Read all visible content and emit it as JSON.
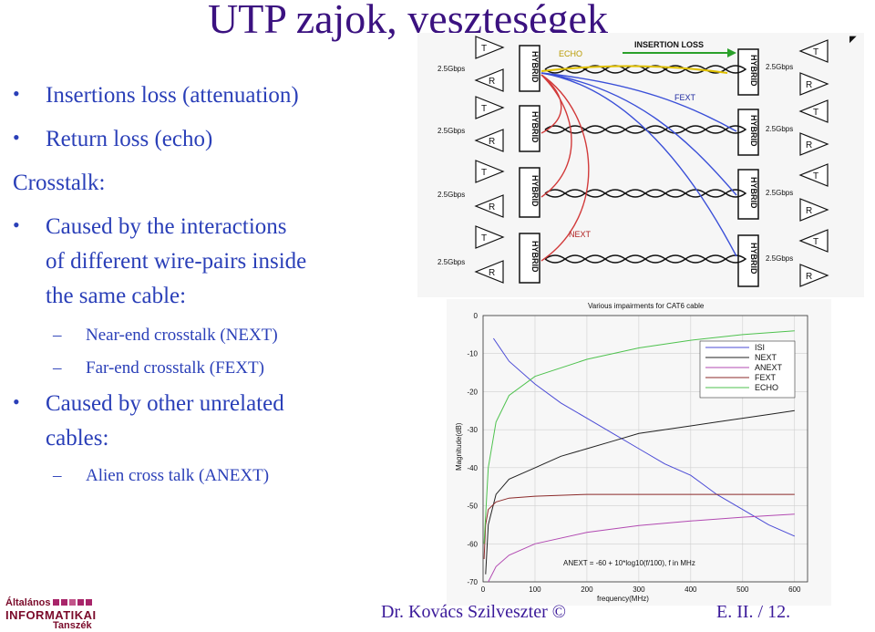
{
  "slide": {
    "title": "UTP zajok, veszteségek",
    "bullets": [
      {
        "text": "Insertions loss (attenuation)"
      },
      {
        "text": "Return loss (echo)"
      }
    ],
    "crosstalk_heading": "Crosstalk:",
    "caused_by_interactions": [
      "Caused by the interactions",
      "of different wire-pairs inside",
      "the same cable:"
    ],
    "sub_items_1": [
      "Near-end crosstalk (NEXT)",
      "Far-end crosstalk (FEXT)"
    ],
    "caused_by_other": [
      "Caused by other unrelated",
      "cables:"
    ],
    "sub_items_2": [
      "Alien cross talk (ANEXT)"
    ],
    "bullet_glyph": "•",
    "dash_glyph": "–"
  },
  "topology": {
    "echo": "ECHO",
    "insertion_loss": "INSERTION LOSS",
    "fext": "FEXT",
    "next": "NEXT",
    "hybrid": "HYBRID",
    "t": "T",
    "r": "R",
    "rate": "2.5Gbps"
  },
  "chart_data": {
    "type": "line",
    "title": "Various impairments for CAT6 cable",
    "xlabel": "frequency(MHz)",
    "ylabel": "Magnitude(dB)",
    "xlim": [
      0,
      625
    ],
    "ylim": [
      -70,
      0
    ],
    "xticks": [
      0,
      100,
      200,
      300,
      400,
      500,
      600
    ],
    "yticks": [
      0,
      -10,
      -20,
      -30,
      -40,
      -50,
      -60,
      -70
    ],
    "grid": true,
    "legend_position": "top-right",
    "annotation": "ANEXT = -60 + 10*log10(f/100), f in MHz",
    "series": [
      {
        "name": "ISI",
        "color": "#4b4bd6",
        "x": [
          20,
          50,
          100,
          150,
          200,
          250,
          300,
          350,
          400,
          450,
          500,
          550,
          600
        ],
        "y": [
          -6,
          -12,
          -18,
          -23,
          -27,
          -31,
          -35,
          -39,
          -42,
          -47,
          -51,
          -55,
          -58
        ]
      },
      {
        "name": "NEXT",
        "color": "#222222",
        "x": [
          5,
          10,
          25,
          50,
          100,
          150,
          200,
          250,
          300,
          350,
          400,
          450,
          500,
          550,
          600
        ],
        "y": [
          -68,
          -55,
          -47,
          -43,
          -40,
          -37,
          -35,
          -33,
          -31,
          -30,
          -29,
          -28,
          -27,
          -26,
          -25
        ]
      },
      {
        "name": "ANEXT",
        "color": "#b24ab2",
        "x": [
          10,
          25,
          50,
          100,
          200,
          300,
          400,
          500,
          600
        ],
        "y": [
          -70,
          -66,
          -63,
          -60,
          -57,
          -55.2,
          -54,
          -53,
          -52.2
        ]
      },
      {
        "name": "FEXT",
        "color": "#8b2a2a",
        "x": [
          2,
          5,
          10,
          25,
          50,
          100,
          200,
          300,
          400,
          500,
          600
        ],
        "y": [
          -64,
          -55,
          -51,
          -49,
          -48,
          -47.5,
          -47,
          -47,
          -47,
          -47,
          -47
        ]
      },
      {
        "name": "ECHO",
        "color": "#4ec24e",
        "x": [
          2,
          10,
          25,
          50,
          100,
          200,
          300,
          400,
          500,
          600
        ],
        "y": [
          -60,
          -40,
          -28,
          -21,
          -16,
          -11.5,
          -8.5,
          -6.5,
          -5,
          -4
        ]
      }
    ]
  },
  "footer": {
    "author": "Dr. Kovács Szilveszter ©",
    "page": "E. II. / 12."
  },
  "logo": {
    "line1": "Általános",
    "line2": "INFORMATIKAI",
    "line3": "Tanszék"
  }
}
